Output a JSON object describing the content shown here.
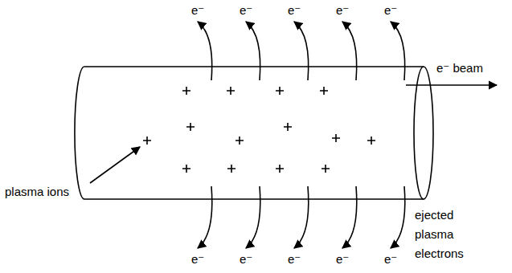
{
  "diagram": {
    "labels": [
      "e⁻",
      "e⁻",
      "e⁻",
      "e⁻",
      "e⁻",
      "plasma ions",
      "e⁻ beam",
      "e⁻",
      "e⁻",
      "e⁻",
      "e⁻",
      "e⁻",
      "ejected plasma electrons"
    ]
  }
}
